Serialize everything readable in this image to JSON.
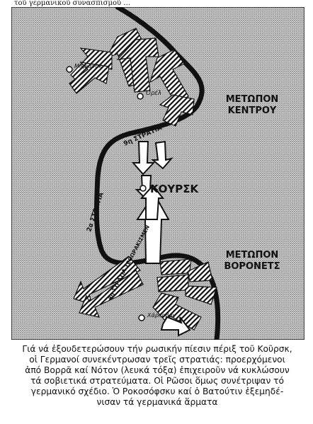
{
  "top_text": "τοῦ γερμανικοῦ συνασπισμοῦ … ",
  "map": {
    "labels": {
      "front_center_1": "ΜΕΤΩΠΟΝ",
      "front_center_2": "ΚΕΝΤΡΟΥ",
      "front_voronezh_1": "ΜΕΤΩΠΟΝ",
      "front_voronezh_2": "ΒΟΡΟΝΕΤΣ",
      "kursk": "ΚΟΥΡΣΚ",
      "army_9": "9η ΣΤΡΑΤΙΑ",
      "army_2": "2α ΣΤΡΑΤΙΑ",
      "army_4": "4η ΣΤΡΑΤΙΑ ΤΕΘΩΡΑΚΙΣΜΕΝ",
      "town_nw": "Μπριάνσκ",
      "town_orel": "Ὀρέλ",
      "town_kharkov": "Χάρκοβον"
    }
  },
  "caption": {
    "line1": "Γιά νά ἐξουδετερώσουν τήν ρωσικήν πίεσιν πέριξ τοῦ Κοῦρσκ,",
    "line2": "οἱ Γερμανοί συνεκέντρωσαν τρεῖς στρατιάς: προερχόμενοι",
    "line3": "ἀπό Βορρᾶ καί Νότον (λευκά τόξα) ἐπιχειροῦν νά κυκλώσουν",
    "line4": "τά σοβιετικά στρατεύματα. Οἱ Ρῶσοι ὅμως συνέτριψαν τό",
    "line5": "γερμανικό σχέδιο. Ὁ Ροκοσόφσκυ καί ὁ Βατούτιν ἐξεμηδέ-",
    "line6": "νισαν τά γερμανικά ἅρματα"
  }
}
